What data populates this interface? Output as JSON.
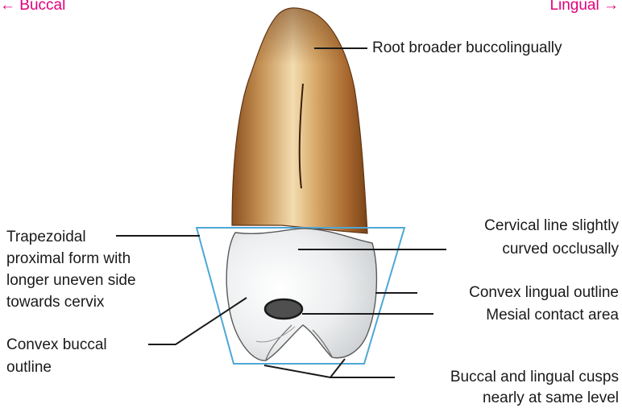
{
  "directions": {
    "left": "← Buccal",
    "right": "Lingual →"
  },
  "labels": {
    "root": "Root broader buccolingually",
    "cervical_1": "Cervical line slightly",
    "cervical_2": "curved occlusally",
    "convex_lingual": "Convex lingual outline",
    "mesial_contact": "Mesial contact area",
    "cusps_1": "Buccal and lingual cusps",
    "cusps_2": "nearly at same level",
    "trap_1": "Trapezoidal",
    "trap_2": "proximal form with",
    "trap_3": "longer uneven side",
    "trap_4": "towards cervix",
    "convex_buccal_1": "Convex buccal",
    "convex_buccal_2": "outline"
  },
  "colors": {
    "accent_pink": "#e2007a",
    "trapezoid_blue": "#4ea7d6",
    "root_brown": "#9b5e28",
    "crown_gray": "#dfe1e3"
  }
}
